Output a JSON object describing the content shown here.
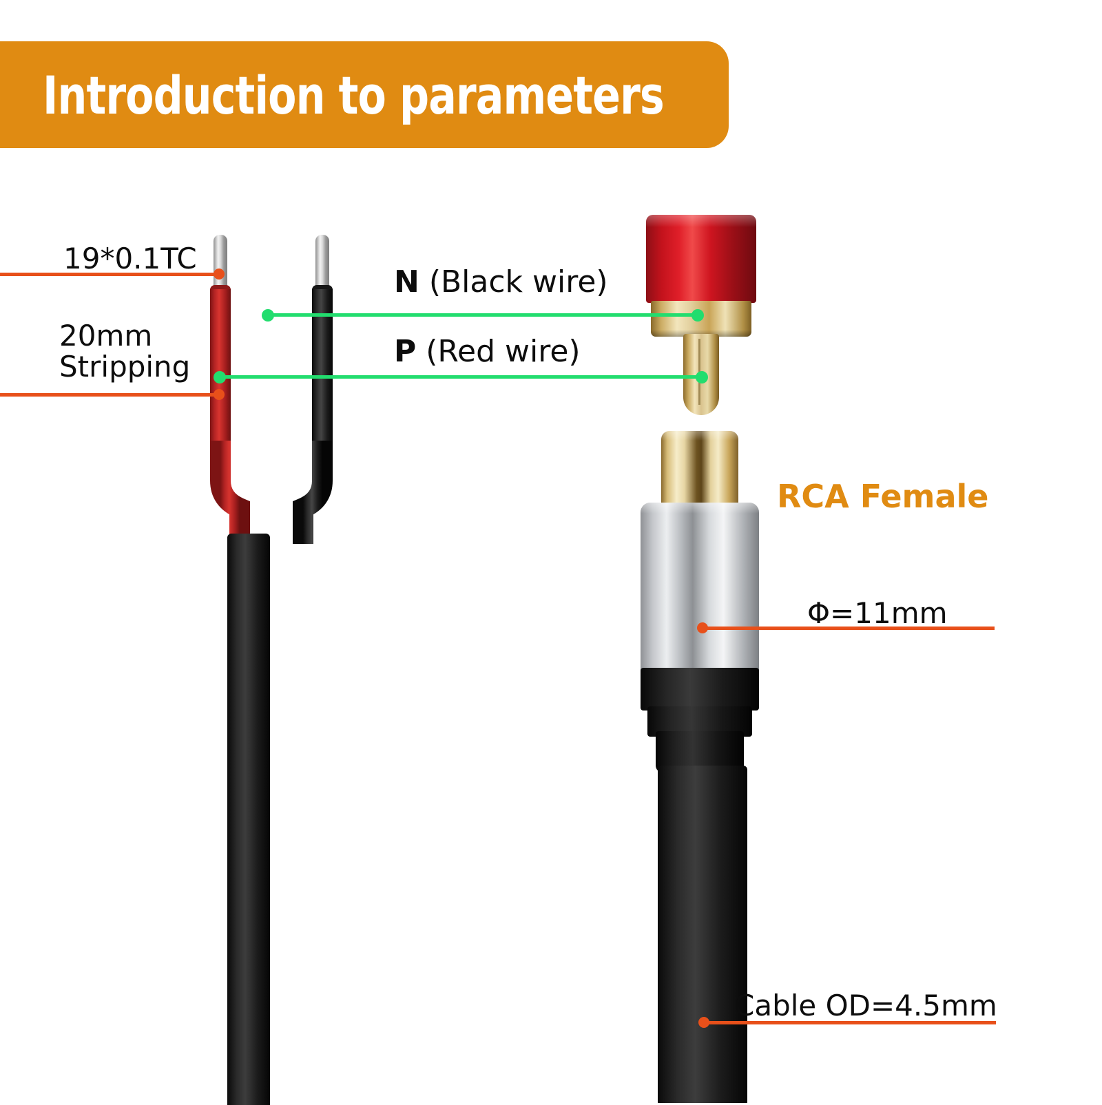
{
  "header": {
    "title": "Introduction to parameters",
    "background_color": "#e08b12",
    "text_color": "#ffffff"
  },
  "labels": {
    "conductor": "19*0.1TC",
    "stripping_line1": "20mm",
    "stripping_line2": "Stripping",
    "neutral_bold": "N",
    "neutral_rest": " (Black wire)",
    "positive_bold": "P",
    "positive_rest": " (Red wire)",
    "connector_type": "RCA Female",
    "diameter": "Φ=11mm",
    "cable_od": "Cable OD=4.5mm"
  },
  "colors": {
    "accent_orange": "#e08b12",
    "leader_orange": "#e8501a",
    "leader_green": "#22dd6e",
    "wire_red": "#c3221f",
    "wire_black": "#1a1a1a",
    "plug_red": "#cf1520",
    "gold": "#e2cf9d",
    "silver": "#c3c6ca"
  },
  "diagram": {
    "left_assembly": "bare-lead-pigtail",
    "right_assembly": "rca-female-connector",
    "male_plug": "rca-male-plug-red"
  }
}
